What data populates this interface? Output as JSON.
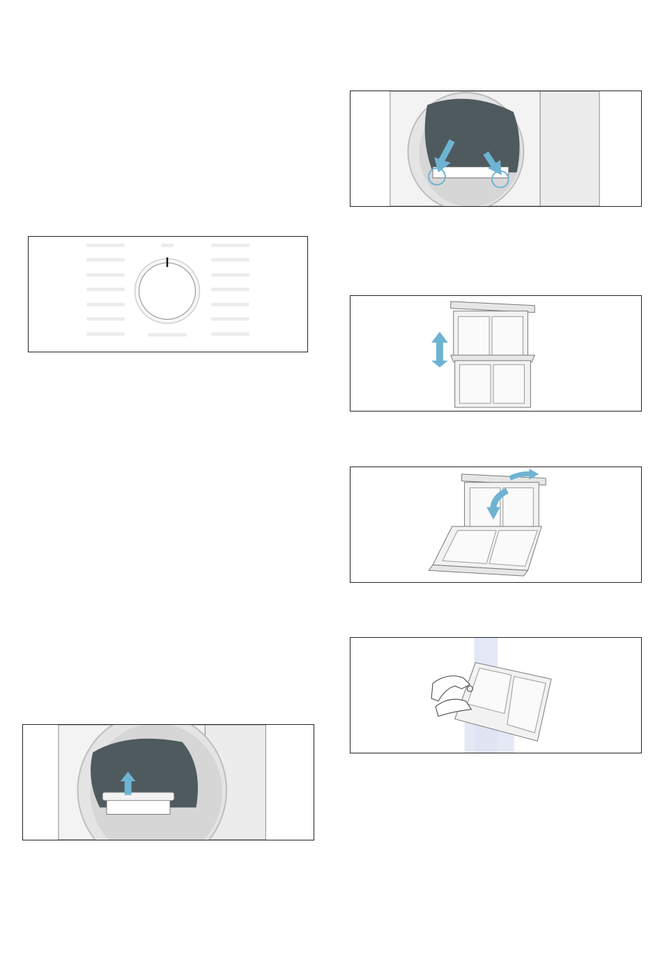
{
  "colors": {
    "accent_arrow": "#6fb3d2",
    "drum_dark": "#4f5a5e",
    "panel_border": "#222222",
    "control_bar": "#ececec",
    "door_frame": "#e8e8e8"
  },
  "figures": [
    {
      "id": "control-panel",
      "depicts": "programme-selector-knob-icon"
    },
    {
      "id": "filter-removal",
      "depicts": "lift-filter-up-arrow-icon"
    },
    {
      "id": "filter-reinsert",
      "depicts": "press-filter-down-arrows-icon"
    },
    {
      "id": "filter-separate",
      "depicts": "separate-filter-parts-icon"
    },
    {
      "id": "filter-open",
      "depicts": "open-filter-arrow-icon"
    },
    {
      "id": "filter-rinse",
      "depicts": "rinse-filter-under-water-icon"
    }
  ]
}
